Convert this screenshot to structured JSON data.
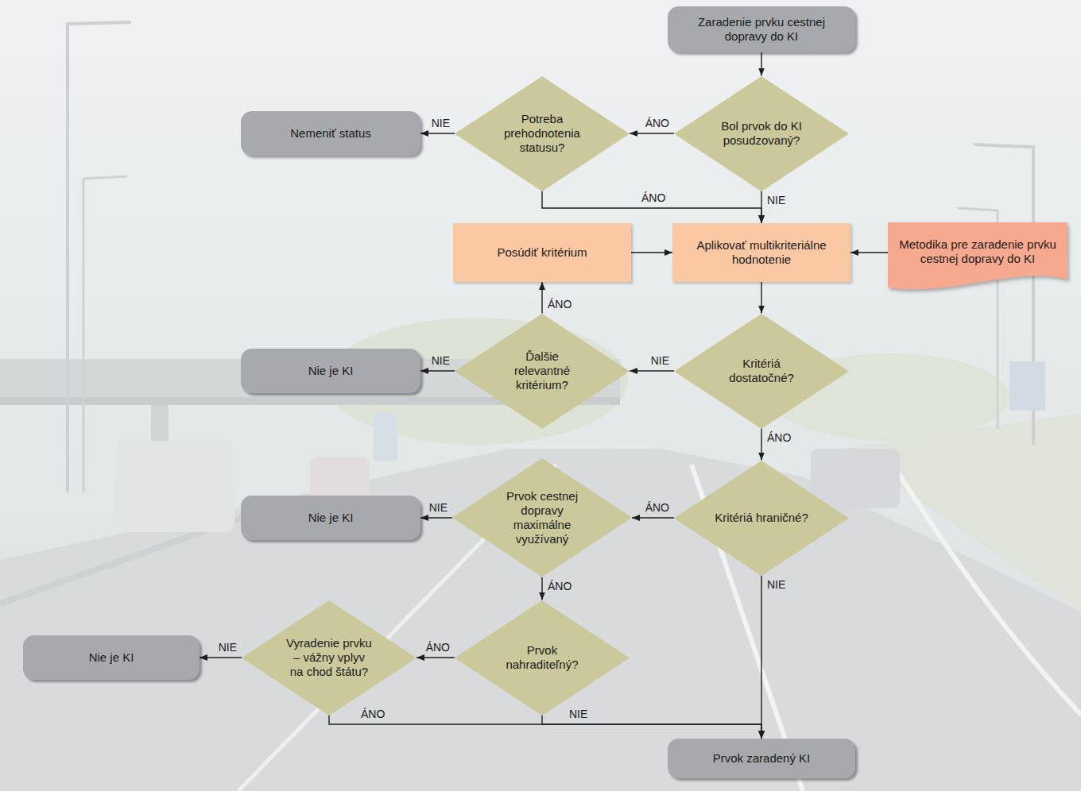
{
  "diagram": {
    "nodes": [
      {
        "text": [
          "Zaradenie prvku cestnej dopravy do KI"
        ]
      },
      {
        "text": [
          "Bol prvok do KI posudzovaný?"
        ]
      },
      {
        "text": [
          "Potreba prehodnotenia statusu?"
        ]
      },
      {
        "text": [
          "Nemeniť status"
        ]
      },
      {
        "text": [
          "Posúdiť kritérium"
        ]
      },
      {
        "text": [
          "Aplikovať multikriteriálne hodnotenie"
        ]
      },
      {
        "text": [
          "Metodika pre zaradenie prvku cestnej dopravy do KI"
        ]
      },
      {
        "text": [
          "Kritériá dostatočné?"
        ]
      },
      {
        "text": [
          "Ďalšie relevantné kritérium?"
        ]
      },
      {
        "text": [
          "Nie je KI"
        ]
      },
      {
        "text": [
          "Kritériá hraničné?"
        ]
      },
      {
        "text": [
          "Prvok cestnej dopravy maximálne využívaný"
        ]
      },
      {
        "text": [
          "Nie je KI"
        ]
      },
      {
        "text": [
          "Prvok nahraditeľný?"
        ]
      },
      {
        "text": [
          "Vyradenie prvku – vážny vplyv na chod štátu?"
        ]
      },
      {
        "text": [
          "Nie je KI"
        ]
      },
      {
        "text": [
          "Prvok zaradený KI"
        ]
      }
    ],
    "edges": [
      {
        "from": 0,
        "to": 1,
        "arrow": "to"
      },
      {
        "from": 1,
        "to": 2,
        "label": "ÁNO",
        "arrow": "to"
      },
      {
        "from": 2,
        "to": 3,
        "label": "NIE",
        "arrow": "to"
      },
      {
        "from": 1,
        "to": 5,
        "label": "NIE",
        "arrow": "to"
      },
      {
        "from": 2,
        "to": 5,
        "label": "ÁNO",
        "arrow": "to"
      },
      {
        "from": 4,
        "to": 5,
        "arrow": "to"
      },
      {
        "from": 6,
        "to": 5,
        "arrow": "to"
      },
      {
        "from": 5,
        "to": 7,
        "arrow": "to"
      },
      {
        "from": 7,
        "to": 8,
        "label": "NIE",
        "arrow": "to"
      },
      {
        "from": 8,
        "to": 9,
        "label": "NIE",
        "arrow": "to"
      },
      {
        "from": 8,
        "to": 4,
        "label": "ÁNO",
        "arrow": "to"
      },
      {
        "from": 7,
        "to": 10,
        "label": "ÁNO",
        "arrow": "to"
      },
      {
        "from": 10,
        "to": 11,
        "label": "ÁNO",
        "arrow": "to"
      },
      {
        "from": 11,
        "to": 12,
        "label": "NIE",
        "arrow": "to"
      },
      {
        "from": 11,
        "to": 13,
        "label": "ÁNO",
        "arrow": "to"
      },
      {
        "from": 13,
        "to": 14,
        "label": "ÁNO",
        "arrow": "to"
      },
      {
        "from": 14,
        "to": 15,
        "label": "NIE",
        "arrow": "to"
      },
      {
        "from": 10,
        "to": 16,
        "label": "NIE",
        "arrow": "to"
      },
      {
        "from": 13,
        "to": 16,
        "label": "NIE",
        "arrow": "to"
      },
      {
        "from": 14,
        "to": 16,
        "label": "ÁNO",
        "arrow": "to"
      }
    ]
  }
}
